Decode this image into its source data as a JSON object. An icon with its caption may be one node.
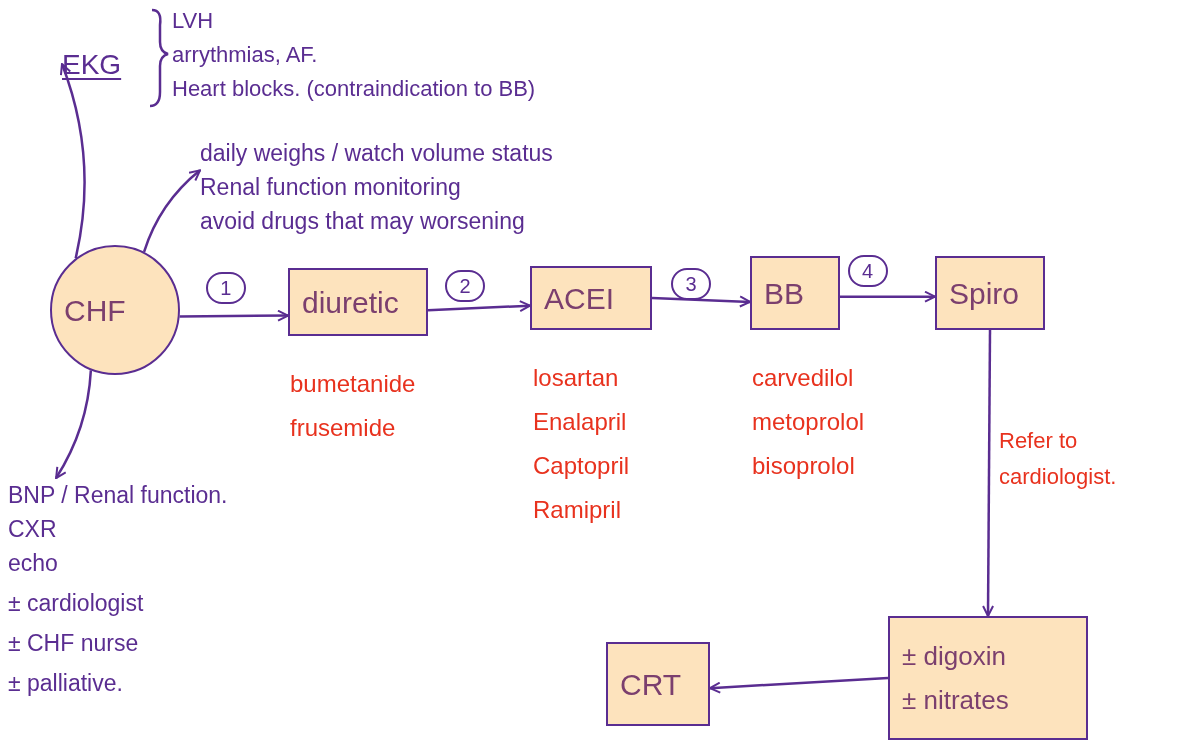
{
  "diagram": {
    "nodes": [
      {
        "text": [
          "CHF"
        ]
      },
      {
        "text": [
          "EKG"
        ],
        "beside": [
          "LVH",
          "arrythmias, AF.",
          "Heart blocks. (contraindication to BB)"
        ]
      },
      {
        "text": [
          "daily weighs / watch volume status",
          "Renal function monitoring",
          "avoid drugs that may worsening"
        ]
      },
      {
        "text": [
          "diuretic"
        ],
        "beside": [
          "bumetanide",
          "frusemide"
        ]
      },
      {
        "text": [
          "ACEI"
        ],
        "beside": [
          "losartan",
          "Enalapril",
          "Captopril",
          "Ramipril"
        ]
      },
      {
        "text": [
          "BB"
        ],
        "beside": [
          "carvedilol",
          "metoprolol",
          "bisoprolol"
        ]
      },
      {
        "text": [
          "Spiro"
        ]
      },
      {
        "text": [
          "± digoxin",
          "± nitrates"
        ]
      },
      {
        "text": [
          "CRT"
        ]
      },
      {
        "text": [
          "BNP / Renal function.",
          "CXR",
          "echo",
          "± cardiologist",
          "± CHF nurse",
          "± palliative."
        ]
      }
    ],
    "edges": [
      {
        "from": 0,
        "to": 1,
        "arrow": "to"
      },
      {
        "from": 0,
        "to": 2,
        "arrow": "to"
      },
      {
        "from": 0,
        "to": 9,
        "arrow": "to"
      },
      {
        "from": 0,
        "to": 3,
        "arrow": "to",
        "label": "1"
      },
      {
        "from": 3,
        "to": 4,
        "arrow": "to",
        "label": "2"
      },
      {
        "from": 4,
        "to": 5,
        "arrow": "to",
        "label": "3"
      },
      {
        "from": 5,
        "to": 6,
        "arrow": "to",
        "label": "4"
      },
      {
        "from": 6,
        "to": 7,
        "arrow": "to",
        "label": "Refer to cardiologist."
      },
      {
        "from": 7,
        "to": 8,
        "arrow": "to"
      }
    ]
  }
}
